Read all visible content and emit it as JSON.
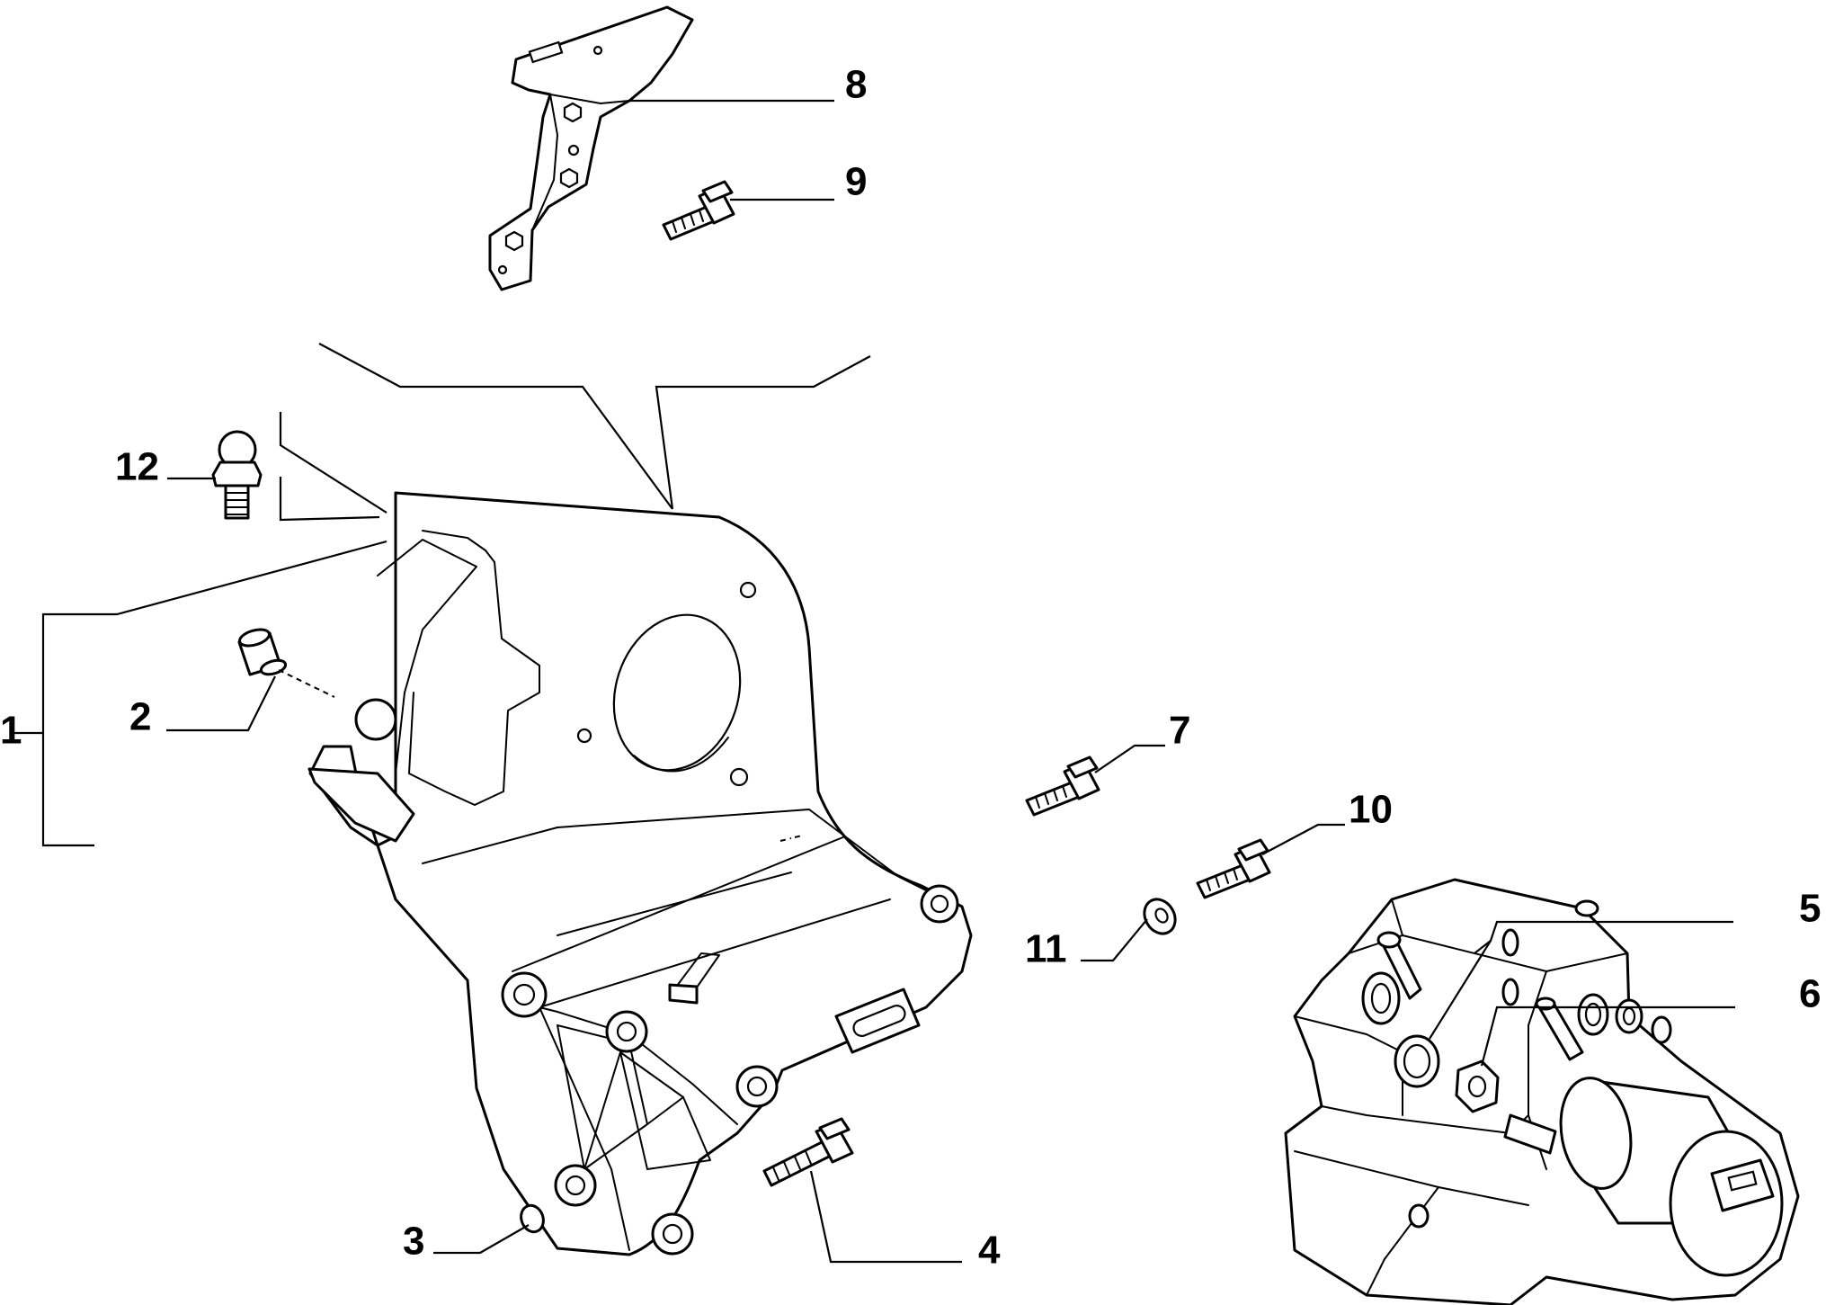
{
  "diagram": {
    "callouts": {
      "c1": "1",
      "c2": "2",
      "c3": "3",
      "c4": "4",
      "c5": "5",
      "c6": "6",
      "c7": "7",
      "c8": "8",
      "c9": "9",
      "c10": "10",
      "c11": "11",
      "c12": "12"
    },
    "line_color": "#000000",
    "background": "#ffffff"
  }
}
